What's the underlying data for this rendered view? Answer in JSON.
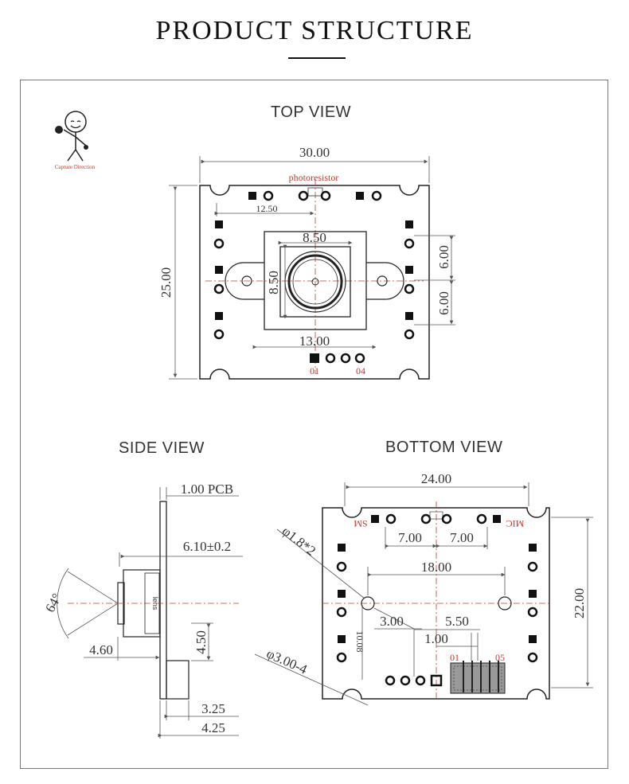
{
  "header": {
    "title": "PRODUCT STRUCTURE"
  },
  "logo": {
    "caption": "Capture Direction"
  },
  "top_view": {
    "label": "TOP VIEW",
    "width_dim": "30.00",
    "height_dim": "25.00",
    "photoresistor": "photoresistor",
    "offset_dim": "12.50",
    "lens_width": "8.50",
    "lens_height": "8.50",
    "pitch_upper": "6.00",
    "pitch_lower": "6.00",
    "holder_width": "13.00",
    "pin_first": "01",
    "pin_last": "04"
  },
  "side_view": {
    "label": "SIDE VIEW",
    "pcb": "1.00 PCB",
    "lens_height": "6.10±0.2",
    "fov": "64°",
    "offset": "4.60",
    "connector_height": "4.50",
    "dim_a": "3.25",
    "dim_b": "4.25",
    "lens_mark": "lens"
  },
  "bottom_view": {
    "label": "BOTTOM  VIEW",
    "width_dim": "24.00",
    "height_dim": "22.00",
    "hole_small": "φ1.8*2",
    "hole_large": "φ3.00-4",
    "pitch_left": "7.00",
    "pitch_right": "7.00",
    "hole_span": "18.00",
    "dim_3": "3.00",
    "dim_550": "5.50",
    "dim_100": "1.00",
    "dim_1008": "10.08",
    "pin_first": "01",
    "pin_last": "05",
    "mark_left": "SM",
    "mark_right": "MIC"
  }
}
